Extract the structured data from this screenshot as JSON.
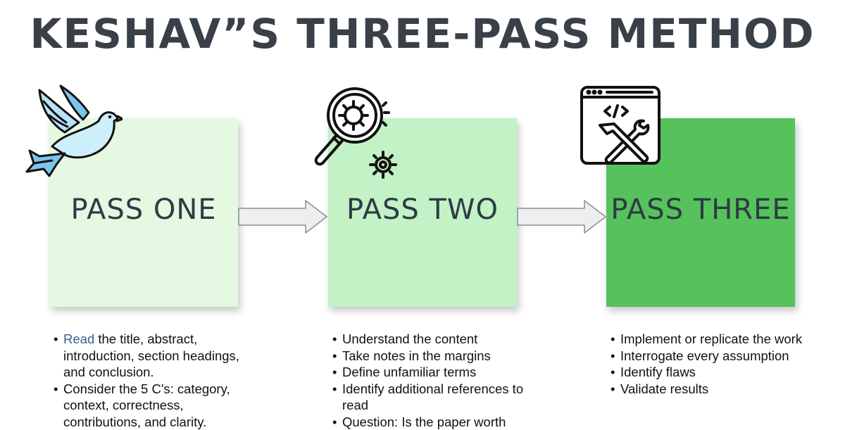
{
  "title": "KESHAV”S THREE-PASS METHOD",
  "colors": {
    "title_text": "#3a4048",
    "pass_one_fill": "#e4f8e2",
    "pass_two_fill": "#c2f2c6",
    "pass_three_fill": "#56c25c",
    "arrow_fill": "#eceef0",
    "arrow_stroke": "#8a8e92",
    "highlight_text": "#3a5f8f"
  },
  "icons": {
    "pass_one": "dove-icon",
    "pass_two": "magnifier-gears-icon",
    "pass_three": "code-window-tools-icon"
  },
  "passes": [
    {
      "label": "PASS ONE",
      "bullets": [
        {
          "highlight": "Read",
          "text": " the title, abstract, introduction, section headings, and conclusion."
        },
        {
          "highlight": "",
          "text": "Consider the 5 C's: category, context, correctness, contributions, and clarity."
        }
      ]
    },
    {
      "label": "PASS TWO",
      "bullets": [
        {
          "highlight": "",
          "text": "Understand the content"
        },
        {
          "highlight": "",
          "text": "Take notes in the margins"
        },
        {
          "highlight": "",
          "text": "Define unfamiliar terms"
        },
        {
          "highlight": "",
          "text": "Identify additional references to read"
        },
        {
          "highlight": "",
          "text": "Question: Is the paper worth"
        }
      ]
    },
    {
      "label": "PASS THREE",
      "bullets": [
        {
          "highlight": "",
          "text": "Implement or replicate the work"
        },
        {
          "highlight": "",
          "text": "Interrogate every assumption"
        },
        {
          "highlight": "",
          "text": "Identify flaws"
        },
        {
          "highlight": "",
          "text": "Validate results"
        }
      ]
    }
  ]
}
